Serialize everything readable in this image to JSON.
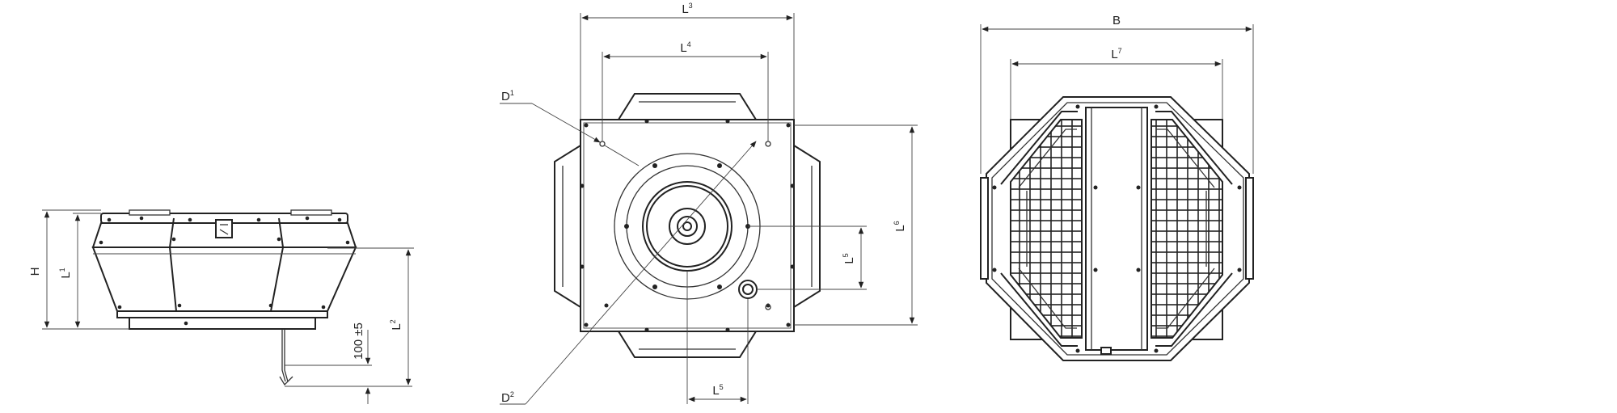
{
  "labels": {
    "H": "H",
    "L1_main": "L",
    "L1_sup": "1",
    "L2_main": "L",
    "L2_sup": "2",
    "tolerance": "100 ±5",
    "L3_main": "L",
    "L3_sup": "3",
    "L4_main": "L",
    "L4_sup": "4",
    "L5_main": "L",
    "L5_sup": "5",
    "L6_main": "L",
    "L6_sup": "6",
    "L7_main": "L",
    "L7_sup": "7",
    "B": "B",
    "D1_main": "D",
    "D1_sup": "1",
    "D2_main": "D",
    "D2_sup": "2"
  },
  "colors": {
    "line": "#222222",
    "background": "#ffffff"
  }
}
